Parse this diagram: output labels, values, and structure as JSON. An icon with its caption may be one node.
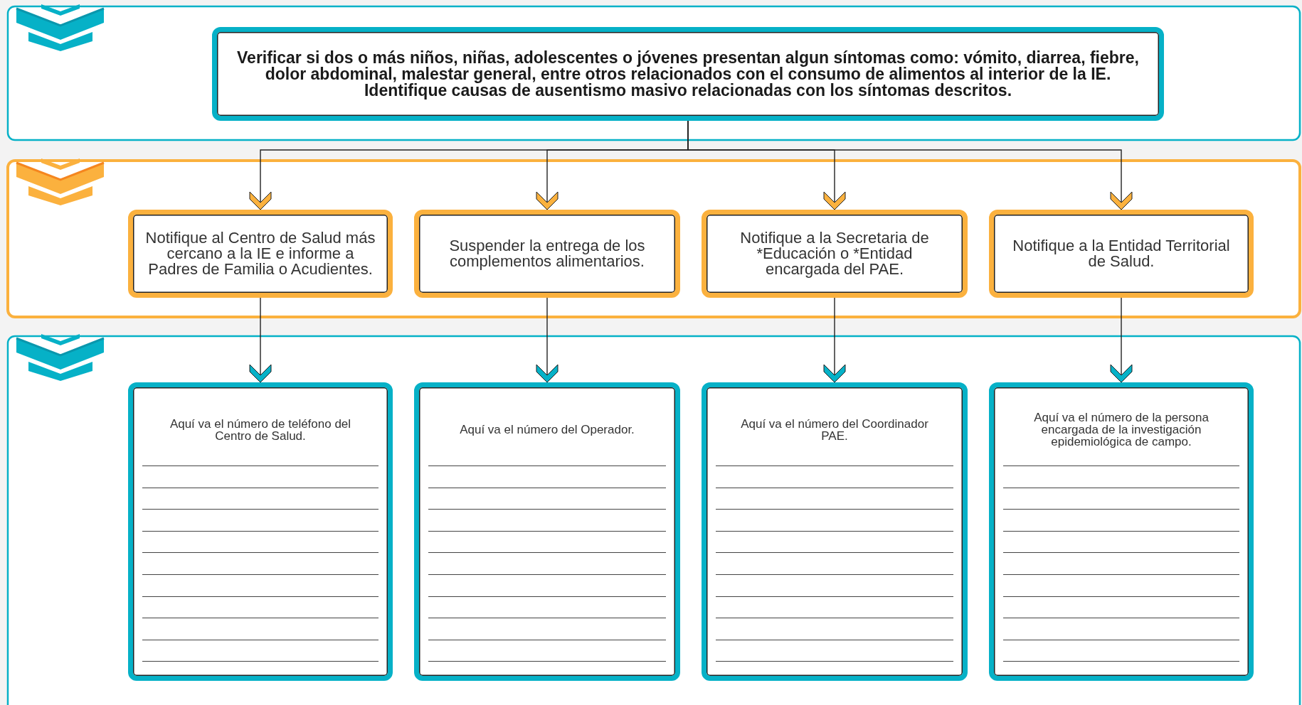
{
  "diagram": {
    "nodes": [
      {
        "text": [
          "Verificar si dos o más niños, niñas, adolescentes o jóvenes presentan algun síntomas como: vómito, diarrea, fiebre, dolor abdominal, malestar general, entre otros relacionados con el consumo de alimentos al interior de la IE.",
          "Identifique causas de ausentismo masivo relacionadas con los síntomas descritos."
        ]
      },
      {
        "text": [
          "Notifique al Centro de Salud más cercano a la IE e informe a Padres de Familia o Acudientes."
        ]
      },
      {
        "text": [
          "Suspender la entrega de los complementos alimentarios."
        ]
      },
      {
        "text": [
          "Notifique a la Secretaria de *Educación o *Entidad encargada del PAE."
        ]
      },
      {
        "text": [
          "Notifique a la Entidad Territorial de Salud."
        ]
      },
      {
        "text": [
          "Aquí va el número de teléfono del Centro de Salud."
        ]
      },
      {
        "text": [
          "Aquí va el número del Operador."
        ]
      },
      {
        "text": [
          "Aquí va el número del Coordinador PAE."
        ]
      },
      {
        "text": [
          "Aquí va el número de la persona encargada de la investigación epidemiológica de campo."
        ]
      }
    ],
    "edges": [
      {
        "from": 0,
        "to": 1,
        "arrow": "to"
      },
      {
        "from": 0,
        "to": 2,
        "arrow": "to"
      },
      {
        "from": 0,
        "to": 3,
        "arrow": "to"
      },
      {
        "from": 0,
        "to": 4,
        "arrow": "to"
      },
      {
        "from": 1,
        "to": 5,
        "arrow": "to"
      },
      {
        "from": 2,
        "to": 6,
        "arrow": "to"
      },
      {
        "from": 3,
        "to": 7,
        "arrow": "to"
      },
      {
        "from": 4,
        "to": 8,
        "arrow": "to"
      }
    ]
  }
}
